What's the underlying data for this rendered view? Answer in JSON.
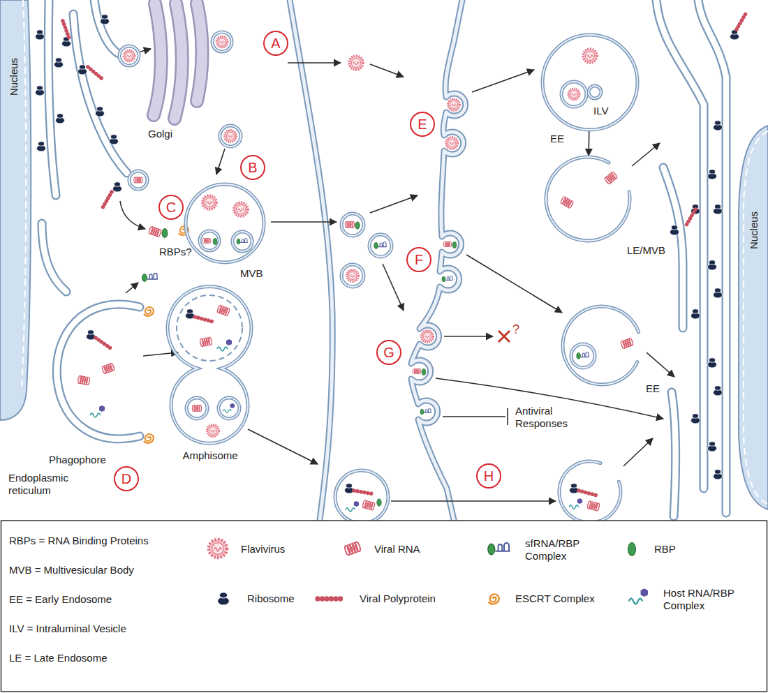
{
  "diagram": {
    "nodes": [
      {
        "text": [
          "A"
        ]
      },
      {
        "text": [
          "B"
        ]
      },
      {
        "text": [
          "C"
        ]
      },
      {
        "text": [
          "MVB"
        ]
      },
      {
        "text": [
          "D"
        ]
      },
      {
        "text": [
          "Amphisome"
        ]
      },
      {
        "text": [
          "E"
        ]
      },
      {
        "text": [
          "EE"
        ]
      },
      {
        "text": [
          "LE/MVB"
        ]
      },
      {
        "text": [
          "F"
        ]
      },
      {
        "text": [
          "G"
        ]
      },
      {
        "text": [
          "EE"
        ]
      },
      {
        "text": [
          "H"
        ]
      }
    ],
    "edges": [
      {
        "from": 7,
        "to": 8,
        "arrow": "to"
      }
    ],
    "labels": [
      "Golgi",
      "Nucleus",
      "RBPs?",
      "Phagophore",
      "Endoplasmic reticulum",
      "ILV",
      "?",
      "Antiviral Responses",
      "Nucleus",
      "RBPs = RNA Binding Proteins",
      "MVB = Multivesicular Body",
      "EE = Early Endosome",
      "ILV = Intraluminal Vesicle",
      "LE = Late Endosome"
    ],
    "legend": [
      {
        "text": "Flavivirus"
      },
      {
        "text": "Viral RNA"
      },
      {
        "text": "sfRNA/RBP Complex"
      },
      {
        "text": "RBP",
        "color": "#3f9b4f"
      },
      {
        "text": "Ribosome"
      },
      {
        "text": "Viral Polyprotein"
      },
      {
        "text": "ESCRT Complex"
      },
      {
        "text": "Host RNA/RBP Complex"
      }
    ]
  }
}
